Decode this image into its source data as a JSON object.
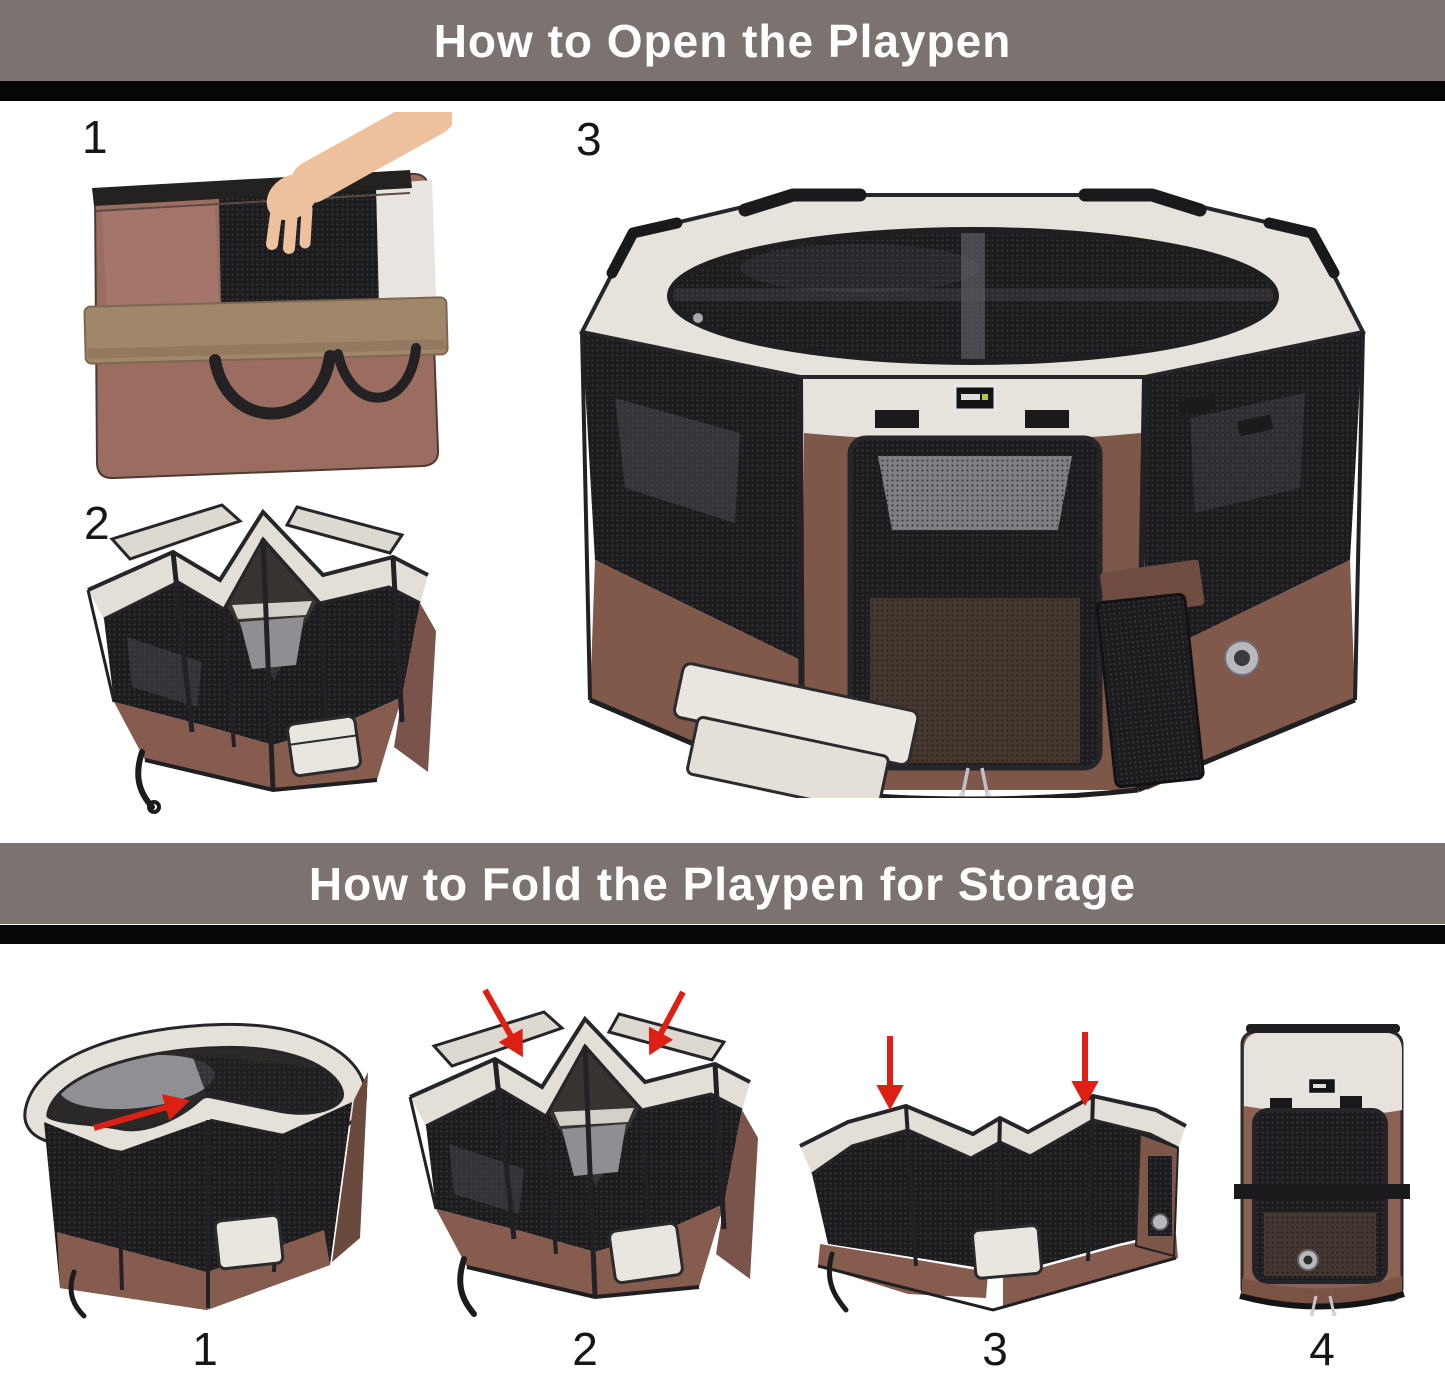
{
  "sections": {
    "open": {
      "title": "How to Open the Playpen",
      "steps": [
        {
          "num": "1"
        },
        {
          "num": "2"
        },
        {
          "num": "3"
        }
      ]
    },
    "fold": {
      "title": "How to Fold the Playpen for Storage",
      "steps": [
        {
          "num": "1"
        },
        {
          "num": "2"
        },
        {
          "num": "3"
        },
        {
          "num": "4"
        }
      ]
    }
  },
  "style": {
    "banner_bg": "#7c7370",
    "banner_text": "#ffffff",
    "banner_shadow": "#060606",
    "page_bg": "#ffffff",
    "number_color": "#161616",
    "arrow_red": "#dd1f14",
    "fabric_cream": "#e7e3dc",
    "fabric_brown": "#855c4e",
    "mesh_black": "#1c1b1e",
    "strap_tan": "#a0876a",
    "skin": "#eec19e"
  }
}
